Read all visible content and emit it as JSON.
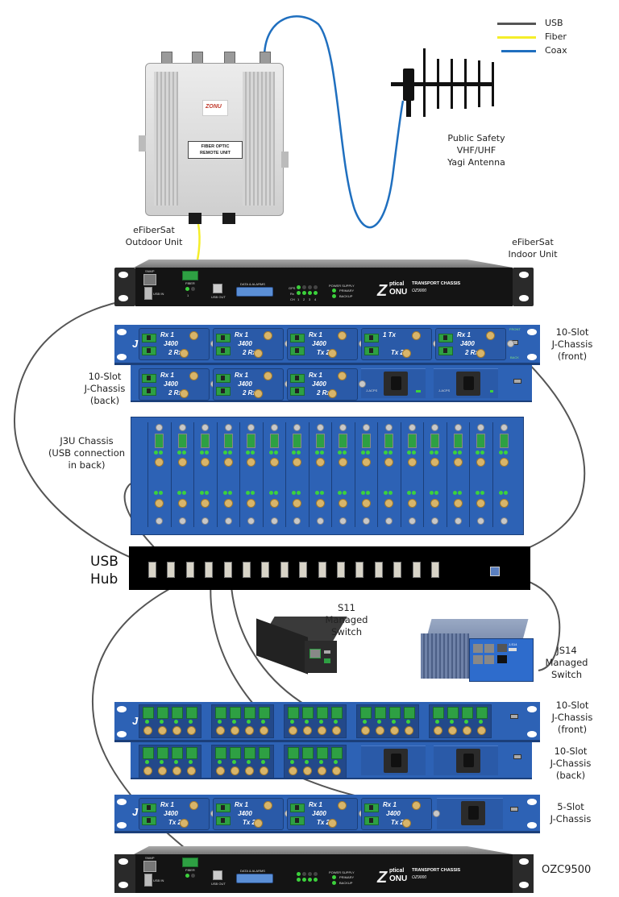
{
  "legend": {
    "items": [
      {
        "label": "USB",
        "color": "#555555"
      },
      {
        "label": "Fiber",
        "color": "#f5ee2a"
      },
      {
        "label": "Coax",
        "color": "#1f6fbf"
      }
    ]
  },
  "devices": {
    "outdoor_unit": {
      "label": "eFiberSat\nOutdoor Unit",
      "plate": "FIBER OPTIC\nREMOTE UNIT",
      "logo": "ZONU"
    },
    "antenna": {
      "label": "Public Safety\nVHF/UHF\nYagi Antenna"
    },
    "indoor_unit": {
      "label": "eFiberSat\nIndoor Unit",
      "panel": {
        "snmp": "SNMP",
        "reset": "RESET",
        "usb_in": "USB IN",
        "fiber": "FIBER",
        "fiber_ch": "1",
        "usb_out": "USB OUT",
        "data_alarms": "DATA & ALARMS",
        "gps": "GPS",
        "rx": "Rx",
        "ch": "CH",
        "channels": [
          "1",
          "2",
          "3",
          "4"
        ],
        "power_supply": "POWER SUPPLY",
        "primary": "PRIMARY",
        "backup": "BACKUP",
        "brand_small": "ptical",
        "brand_big": "ONU",
        "title": "TRANSPORT CHASSIS",
        "model": "OZ9000"
      }
    },
    "jchassis_front_top": {
      "label": "10-Slot\nJ-Chassis\n(front)",
      "badge": "J",
      "modules": [
        {
          "top": "Rx  1",
          "mid": "J400",
          "bot": "2  Rx"
        },
        {
          "top": "Rx  1",
          "mid": "J400",
          "bot": "2  Rx"
        },
        {
          "top": "Rx  1",
          "mid": "J400",
          "bot": "Tx  2"
        },
        {
          "top": "1  Tx",
          "mid": "",
          "bot": "Tx  2"
        },
        {
          "top": "Rx  1",
          "mid": "J400",
          "bot": "2  Rx"
        }
      ],
      "front": "FRONT",
      "back": "BACK"
    },
    "jchassis_back_top": {
      "label": "10-Slot\nJ-Chassis\n(back)",
      "modules": [
        {
          "top": "Rx  1",
          "mid": "J400",
          "bot": "2  Rx"
        },
        {
          "top": "Rx  1",
          "mid": "J400",
          "bot": "2  Rx"
        },
        {
          "top": "Rx  1",
          "mid": "J400",
          "bot": "2  Rx"
        }
      ],
      "psu_label": "J-ACPS"
    },
    "j3u_chassis": {
      "label": "J3U Chassis\n(USB connection\nin back)",
      "slot_count": 16
    },
    "usb_hub": {
      "label": "USB\nHub",
      "port_count": 16
    },
    "s11_switch": {
      "label": "S11\nManaged\nSwitch"
    },
    "js14_switch": {
      "label": "JS14\nManaged\nSwitch",
      "badge": "J-S14"
    },
    "jchassis_front_bottom": {
      "label": "10-Slot\nJ-Chassis\n(front)",
      "badge": "J"
    },
    "jchassis_back_bottom": {
      "label": "10-Slot\nJ-Chassis\n(back)"
    },
    "jchassis_5slot": {
      "label": "5-Slot\nJ-Chassis",
      "badge": "J",
      "modules": [
        {
          "top": "Rx  1",
          "mid": "J400",
          "bot": "Tx  2"
        },
        {
          "top": "Rx  1",
          "mid": "J400",
          "bot": "Tx  2"
        },
        {
          "top": "Rx  1",
          "mid": "J400",
          "bot": "Tx  2"
        },
        {
          "top": "Rx  1",
          "mid": "J400",
          "bot": "Tx  2"
        }
      ]
    },
    "ozc9500": {
      "label": "OZC9500"
    }
  }
}
